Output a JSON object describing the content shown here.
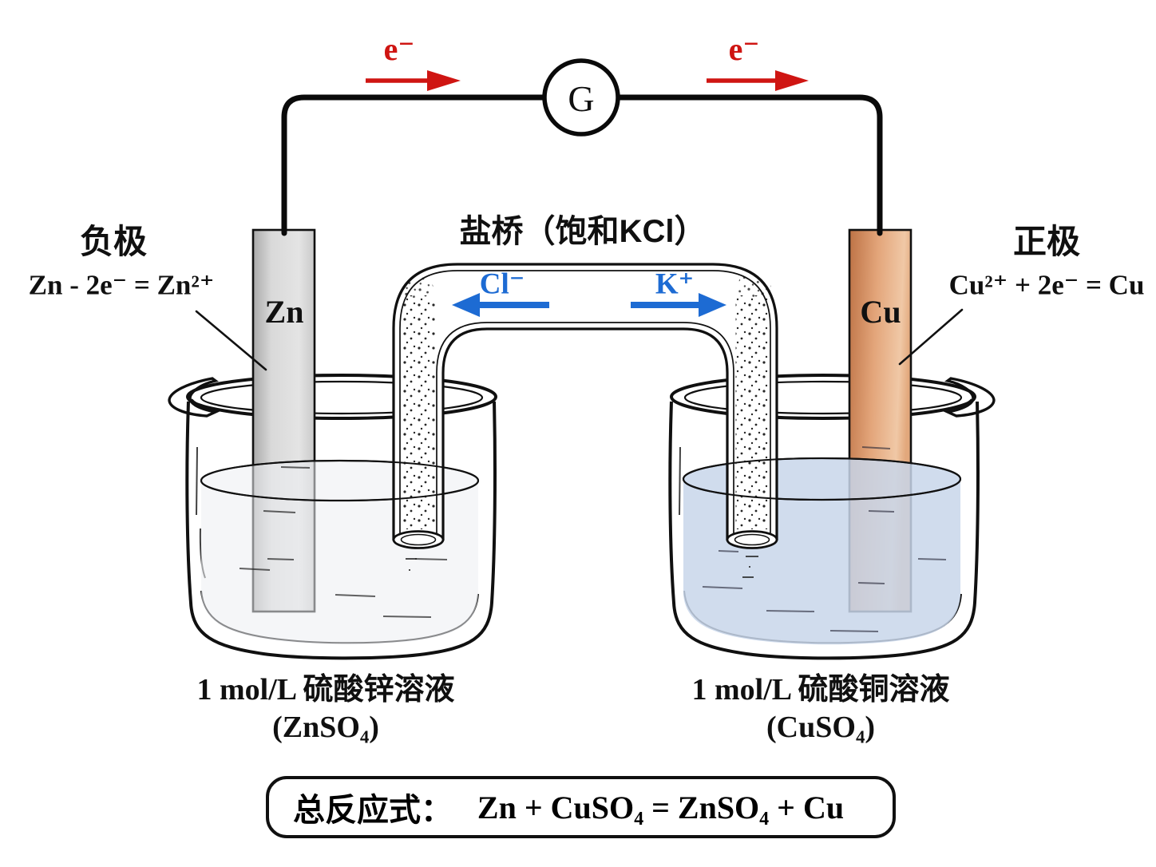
{
  "galvanometer": {
    "label": "G"
  },
  "electron_flow": {
    "left_label": "e⁻",
    "right_label": "e⁻"
  },
  "negative_electrode": {
    "title": "负极",
    "equation": "Zn - 2e⁻ = Zn²⁺",
    "metal_label": "Zn"
  },
  "positive_electrode": {
    "title": "正极",
    "equation": "Cu²⁺ + 2e⁻ = Cu",
    "metal_label": "Cu"
  },
  "salt_bridge": {
    "title": "盐桥（饱和KCl）",
    "anion_label": "Cl⁻",
    "cation_label": "K⁺"
  },
  "left_beaker": {
    "solution_line1": "1 mol/L 硫酸锌溶液",
    "solution_line2": "(ZnSO₄)"
  },
  "right_beaker": {
    "solution_line1": "1 mol/L 硫酸铜溶液",
    "solution_line2": "(CuSO₄)"
  },
  "overall_reaction": {
    "label": "总反应式：",
    "equation": "Zn + CuSO₄ = ZnSO₄ + Cu"
  },
  "colors": {
    "wire_black": "#0a0a0a",
    "electron_red": "#cf1512",
    "ion_blue": "#1d6bd3",
    "copper_dark": "#bd7245",
    "copper_light": "#f0c8a6",
    "zinc_dark": "#a9a9a9",
    "zinc_light": "#e4e4e4",
    "cuso4_solution": "#c8d6ea",
    "znso4_solution": "#eceff3"
  }
}
